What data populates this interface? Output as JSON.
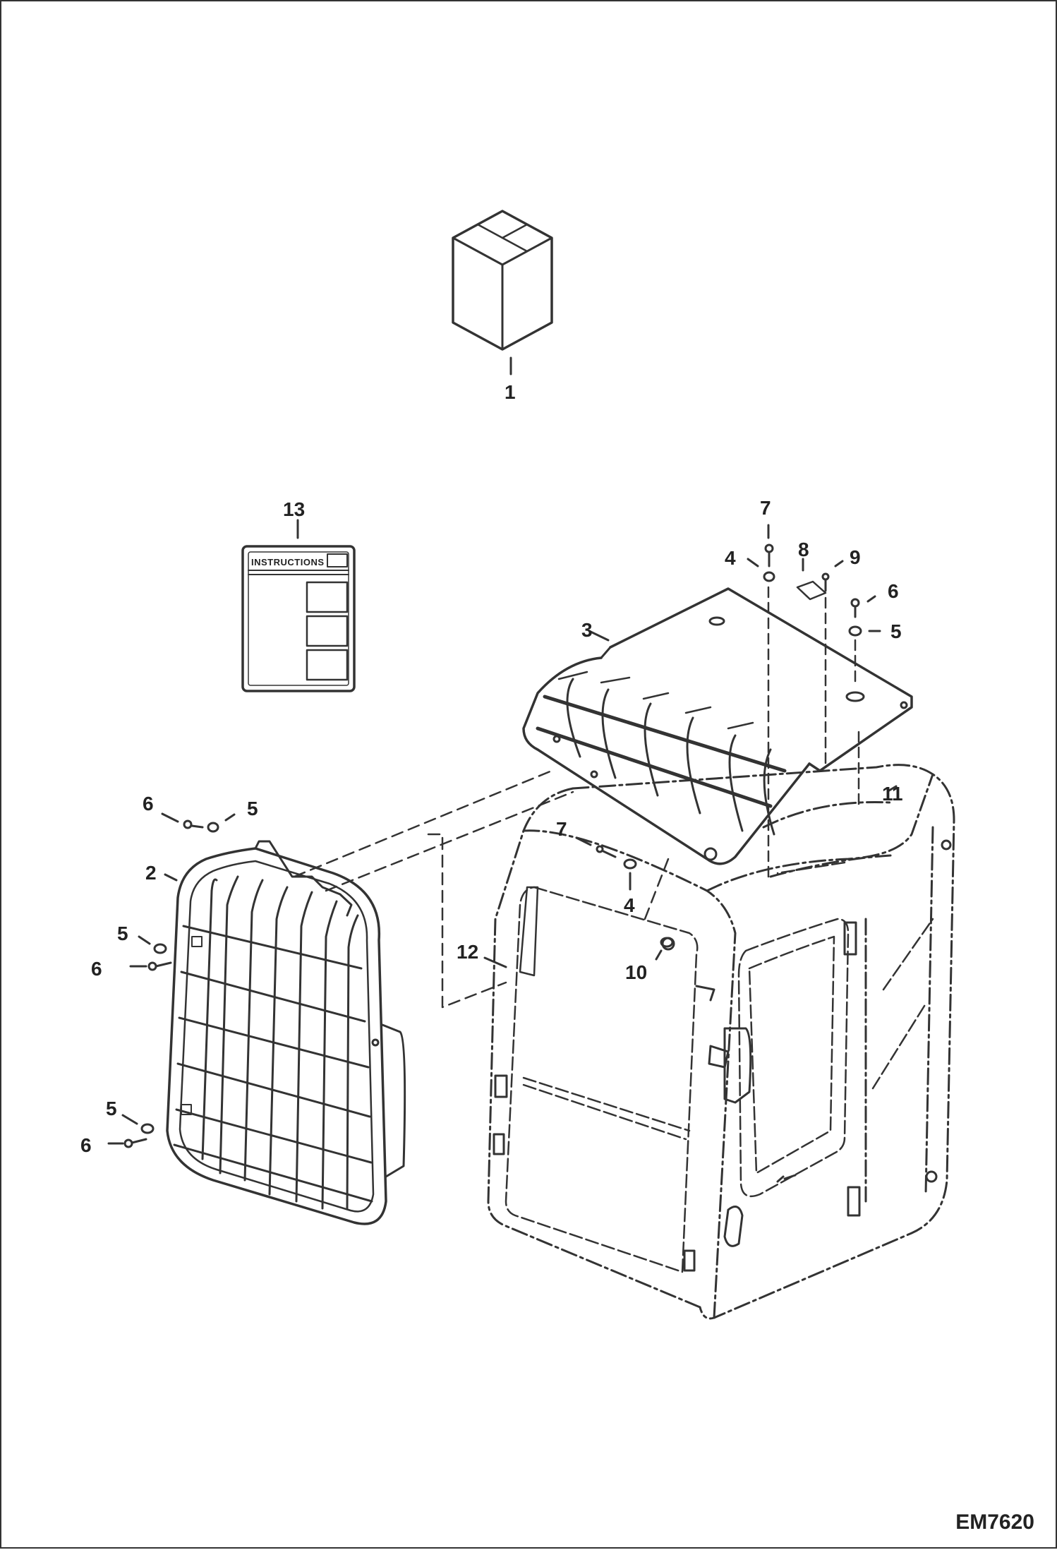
{
  "drawing_code": "EM7620",
  "instructions_label": "INSTRUCTIONS",
  "callouts": {
    "c1": "1",
    "c2": "2",
    "c3": "3",
    "c4a": "4",
    "c4b": "4",
    "c5a": "5",
    "c5b": "5",
    "c5c": "5",
    "c5d": "5",
    "c6a": "6",
    "c6b": "6",
    "c6c": "6",
    "c6d": "6",
    "c7a": "7",
    "c7b": "7",
    "c8": "8",
    "c9": "9",
    "c10": "10",
    "c11": "11",
    "c12": "12",
    "c13": "13"
  }
}
